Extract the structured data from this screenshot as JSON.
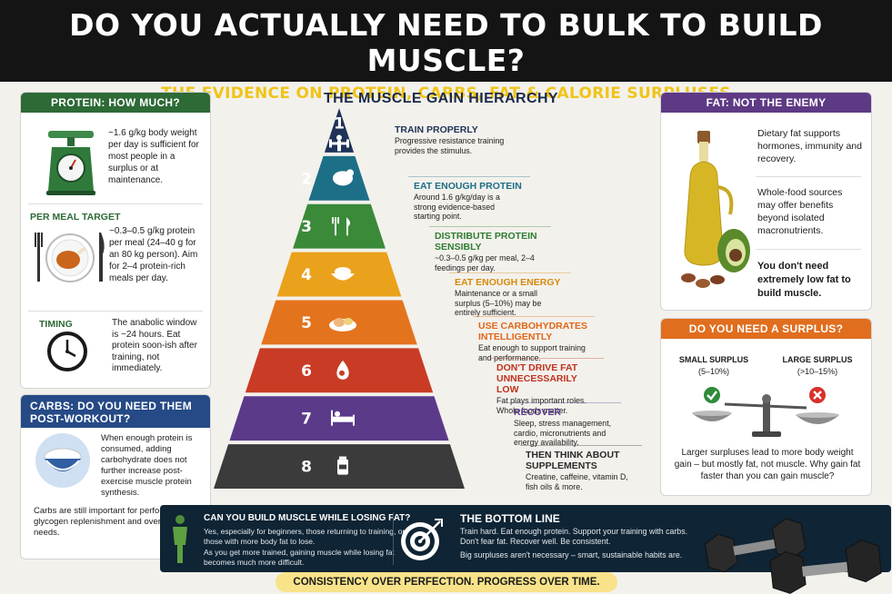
{
  "header": {
    "title": "DO YOU ACTUALLY NEED TO BULK TO BUILD MUSCLE?",
    "subtitle": "THE EVIDENCE ON PROTEIN, CARBS, FAT & CALORIE SURPLUSES"
  },
  "protein": {
    "title": "PROTEIN: HOW MUCH?",
    "amount_text": "~1.6 g/kg body weight per day is sufficient for most people in a surplus or at maintenance.",
    "per_meal_label": "PER MEAL TARGET",
    "per_meal_text": "~0.3–0.5 g/kg protein per meal (24–40 g for an 80 kg person). Aim for 2–4 protein-rich meals per day.",
    "timing_label": "TIMING",
    "timing_text": "The anabolic window is ~24 hours. Eat protein soon-ish after training, not immediately."
  },
  "carbs": {
    "title": "CARBS: DO YOU NEED THEM POST-WORKOUT?",
    "text1": "When enough protein is consumed, adding carbohydrate does not further increase post-exercise muscle protein synthesis.",
    "text2": "Carbs are still important for performance, glycogen replenishment and overall energy needs."
  },
  "hierarchy": {
    "title": "THE MUSCLE GAIN HIERARCHY",
    "steps": [
      {
        "num": "1",
        "title": "TRAIN PROPERLY",
        "desc": "Progressive resistance training provides the stimulus.",
        "color": "#1f3358",
        "title_color": "#1f3358"
      },
      {
        "num": "2",
        "title": "EAT ENOUGH PROTEIN",
        "desc": "Around 1.6 g/kg/day is a strong evidence-based starting point.",
        "color": "#1c6f86",
        "title_color": "#1c6f86"
      },
      {
        "num": "3",
        "title": "DISTRIBUTE PROTEIN SENSIBLY",
        "desc": "~0.3–0.5 g/kg per meal, 2–4 feedings per day.",
        "color": "#3a8a39",
        "title_color": "#2f7d32"
      },
      {
        "num": "4",
        "title": "EAT ENOUGH ENERGY",
        "desc": "Maintenance or a small surplus (5–10%) may be entirely sufficient.",
        "color": "#eaa21c",
        "title_color": "#d88a0c"
      },
      {
        "num": "5",
        "title": "USE CARBOHYDRATES INTELLIGENTLY",
        "desc": "Eat enough to support training and performance.",
        "color": "#e4731e",
        "title_color": "#e0661a"
      },
      {
        "num": "6",
        "title": "DON'T DRIVE FAT UNNECESSARILY LOW",
        "desc": "Fat plays important roles. Whole foods matter.",
        "color": "#c93b25",
        "title_color": "#c0321f"
      },
      {
        "num": "7",
        "title": "RECOVER",
        "desc": "Sleep, stress management, cardio, micronutrients and energy availability.",
        "color": "#5b3a8a",
        "title_color": "#5b3a8a"
      },
      {
        "num": "8",
        "title": "THEN THINK ABOUT SUPPLEMENTS",
        "desc": "Creatine, caffeine, vitamin D, fish oils & more.",
        "color": "#3b3b3b",
        "title_color": "#2a2a2a"
      }
    ]
  },
  "fat": {
    "title": "FAT: NOT THE ENEMY",
    "text1": "Dietary fat supports hormones, immunity and recovery.",
    "text2": "Whole-food sources may offer benefits beyond isolated macronutrients.",
    "text3": "You don't need extremely low fat to build muscle."
  },
  "surplus": {
    "title": "DO YOU NEED A SURPLUS?",
    "small_label": "SMALL SURPLUS",
    "small_range": "(5–10%)",
    "large_label": "LARGE SURPLUS",
    "large_range": "(>10–15%)",
    "text": "Larger surpluses lead to more body weight gain – but mostly fat, not muscle. Why gain fat faster than you can gain muscle?"
  },
  "losing_fat": {
    "title": "CAN YOU BUILD MUSCLE WHILE LOSING FAT?",
    "text1": "Yes, especially for beginners, those returning to training, or those with more body fat to lose.",
    "text2": "As you get more trained, gaining muscle while losing fat becomes much more difficult."
  },
  "bottom_line": {
    "title": "THE BOTTOM LINE",
    "text1": "Train hard. Eat enough protein. Support your training with carbs. Don't fear fat. Recover well. Be consistent.",
    "text2": "Big surpluses aren't necessary – smart, sustainable habits are."
  },
  "footer": {
    "tagline": "CONSISTENCY OVER PERFECTION. PROGRESS OVER TIME."
  },
  "colors": {
    "header_bg": "#141414",
    "subtitle": "#f0c419",
    "protein": "#2d6a36",
    "carbs": "#254a86",
    "fat": "#5e3a85",
    "surplus": "#e06e1e"
  }
}
